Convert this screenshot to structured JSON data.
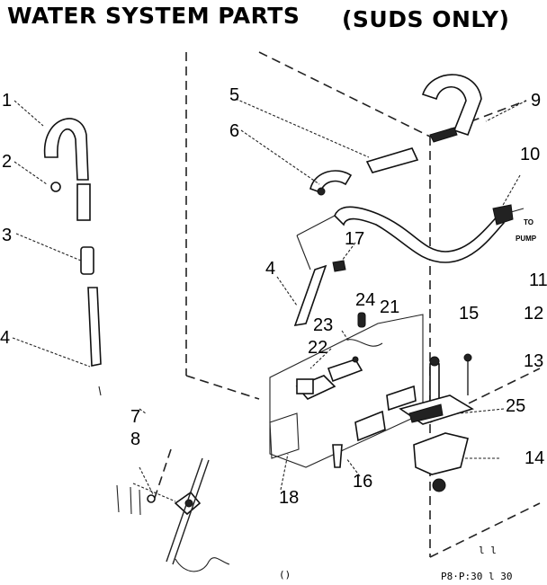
{
  "title": {
    "main": "WATER SYSTEM PARTS",
    "qualifier": "(SUDS ONLY)"
  },
  "callouts": {
    "c1": "1",
    "c2": "2",
    "c3": "3",
    "c4_left": "4",
    "c4_center": "4",
    "c5": "5",
    "c6": "6",
    "c7": "7",
    "c8": "8",
    "c9": "9",
    "c10": "10",
    "c11": "11",
    "c12": "12",
    "c13": "13",
    "c14": "14",
    "c15": "15",
    "c16": "16",
    "c17": "17",
    "c18": "18",
    "c21": "21",
    "c22": "22",
    "c23": "23",
    "c24": "24",
    "c25": "25"
  },
  "annotations": {
    "to": "TO",
    "pump": "PUMP"
  },
  "footer": {
    "page_mark": "l l",
    "drawing_code": "P8·P:30 l 30",
    "bottom_mark": "()"
  },
  "colors": {
    "ink": "#111111",
    "paper": "#ffffff"
  }
}
